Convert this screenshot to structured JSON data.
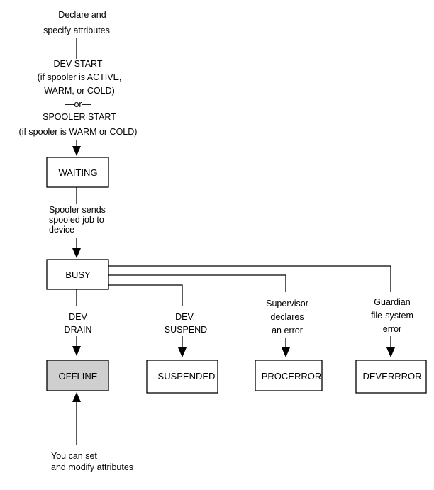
{
  "states": {
    "waiting": "WAITING",
    "busy": "BUSY",
    "offline": "OFFLINE",
    "suspended": "SUSPENDED",
    "procerror": "PROCERROR",
    "deverror": "DEVERRROR"
  },
  "labels": {
    "declare": [
      "Declare and",
      "specify attributes"
    ],
    "start": [
      "DEV START",
      "(if spooler is ACTIVE,",
      "WARM, or COLD)",
      "—or—",
      "SPOOLER START",
      "(if spooler is WARM or COLD)"
    ],
    "sends": [
      "Spooler sends",
      "spooled job to",
      "device"
    ],
    "dev_drain": [
      "DEV",
      "DRAIN"
    ],
    "dev_suspend": [
      "DEV",
      "SUSPEND"
    ],
    "supervisor": [
      "Supervisor",
      "declares",
      "an error"
    ],
    "guardian": [
      "Guardian",
      "file-system",
      "error"
    ],
    "modify": [
      "You can set",
      "and modify attributes"
    ]
  },
  "colors": {
    "offline_fill": "#cfcfcf",
    "line": "#000000"
  }
}
